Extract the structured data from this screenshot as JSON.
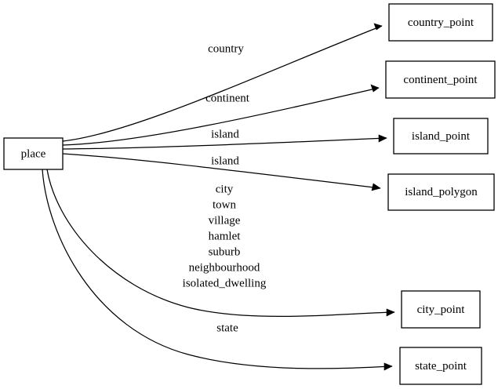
{
  "diagram": {
    "type": "directed-graph",
    "title": "place mapping graph",
    "background_color": "#ffffff",
    "line_color": "#000000",
    "text_color": "#000000",
    "source_node": {
      "id": "place",
      "label": "place"
    },
    "target_nodes": [
      {
        "id": "country_point",
        "label": "country_point"
      },
      {
        "id": "continent_point",
        "label": "continent_point"
      },
      {
        "id": "island_point",
        "label": "island_point"
      },
      {
        "id": "island_polygon",
        "label": "island_polygon"
      },
      {
        "id": "city_point",
        "label": "city_point"
      },
      {
        "id": "state_point",
        "label": "state_point"
      }
    ],
    "edges": [
      {
        "from": "place",
        "to": "country_point",
        "label": "country"
      },
      {
        "from": "place",
        "to": "continent_point",
        "label": "continent"
      },
      {
        "from": "place",
        "to": "island_point",
        "label": "island"
      },
      {
        "from": "place",
        "to": "island_polygon",
        "label": "island"
      },
      {
        "from": "place",
        "to": "city_point",
        "label": "city\ntown\nvillage\nhamlet\nsuburb\nneighbourhood\nisolated_dwelling"
      },
      {
        "from": "place",
        "to": "state_point",
        "label": "state"
      }
    ],
    "edge_label_lines": {
      "country": [
        "country"
      ],
      "continent": [
        "continent"
      ],
      "island_1": [
        "island"
      ],
      "island_2": [
        "island"
      ],
      "city": [
        "city",
        "town",
        "village",
        "hamlet",
        "suburb",
        "neighbourhood",
        "isolated_dwelling"
      ],
      "state": [
        "state"
      ]
    }
  }
}
